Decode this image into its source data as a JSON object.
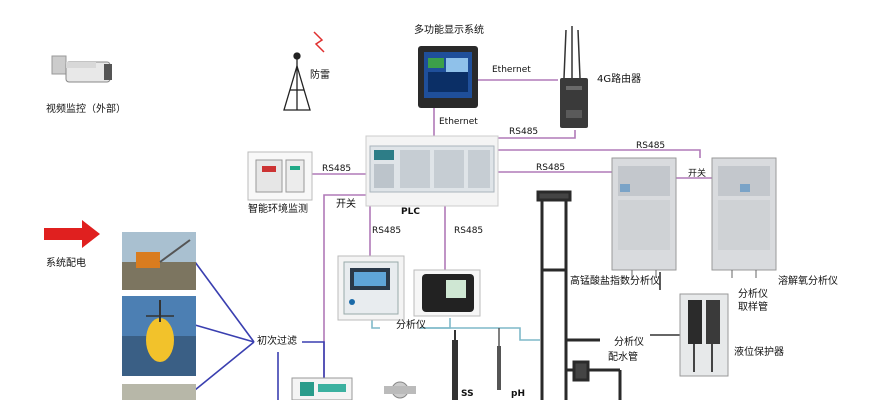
{
  "diagram": {
    "nodes": {
      "display_system": "多功能显示系统",
      "router": "4G路由器",
      "lightning": "防雷",
      "camera": "视频监控（外部）",
      "env_monitor": "智能环境监测",
      "plc": "PLC",
      "power": "系统配电",
      "primary_filter": "初次过滤",
      "analyzer_small": "分析仪",
      "permanganate_analyzer": "高锰酸盐指数分析仪",
      "do_analyzer": "溶解氧分析仪",
      "sampling_pipe_l1": "分析仪",
      "sampling_pipe_l2": "取样管",
      "distribution_pipe_l1": "分析仪",
      "distribution_pipe_l2": "配水管",
      "level_protector": "液位保护器",
      "ss_probe": "SS",
      "ph_probe": "pH"
    },
    "links": {
      "ethernet_top": "Ethernet",
      "ethernet_vertical": "Ethernet",
      "rs485_router": "RS485",
      "rs485_env": "RS485",
      "rs485_permanganate": "RS485",
      "rs485_do": "RS485",
      "rs485_analyzer_left": "RS485",
      "rs485_analyzer_right": "RS485",
      "switch_left": "开关",
      "switch_right": "开关"
    },
    "colors": {
      "rs485_line": "#b07ab8",
      "power_line": "#3a3fb0",
      "arrow": "#e0201f",
      "pipe": "#2a2a2a",
      "water_line": "#7fb9c9"
    }
  }
}
